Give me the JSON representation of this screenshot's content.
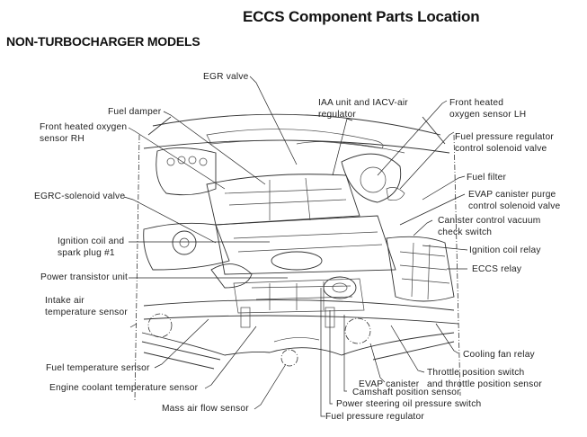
{
  "title": "ECCS Component Parts Location",
  "subtitle": "NON-TURBOCHARGER MODELS",
  "labels": {
    "egr_valve": "EGR valve",
    "fuel_damper": "Fuel damper",
    "front_o2_rh": "Front heated oxygen\nsensor RH",
    "egrc_solenoid": "EGRC-solenoid valve",
    "ignition_coil_plug1": "Ignition coil and\nspark plug #1",
    "power_transistor": "Power transistor unit",
    "intake_air_temp": "Intake air\ntemperature sensor",
    "fuel_temp": "Fuel temperature sensor",
    "engine_coolant_temp": "Engine coolant temperature sensor",
    "mass_air_flow": "Mass air flow sensor",
    "iaa_unit": "IAA unit and IACV-air\nregulator",
    "front_o2_lh": "Front heated\noxygen sensor LH",
    "fpr_control_solenoid": "Fuel pressure regulator\ncontrol solenoid valve",
    "fuel_filter": "Fuel filter",
    "evap_purge_solenoid": "EVAP canister purge\ncontrol solenoid valve",
    "canister_vacuum_switch": "Canister control vacuum\ncheck switch",
    "ignition_coil_relay": "Ignition coil relay",
    "eccs_relay": "ECCS relay",
    "cooling_fan_relay": "Cooling fan relay",
    "throttle_position": "Throttle position switch\nand throttle position sensor",
    "evap_canister": "EVAP canister",
    "camshaft_position": "Camshaft position sensor",
    "ps_oil_pressure": "Power steering oil pressure switch",
    "fuel_pressure_regulator": "Fuel pressure regulator"
  }
}
